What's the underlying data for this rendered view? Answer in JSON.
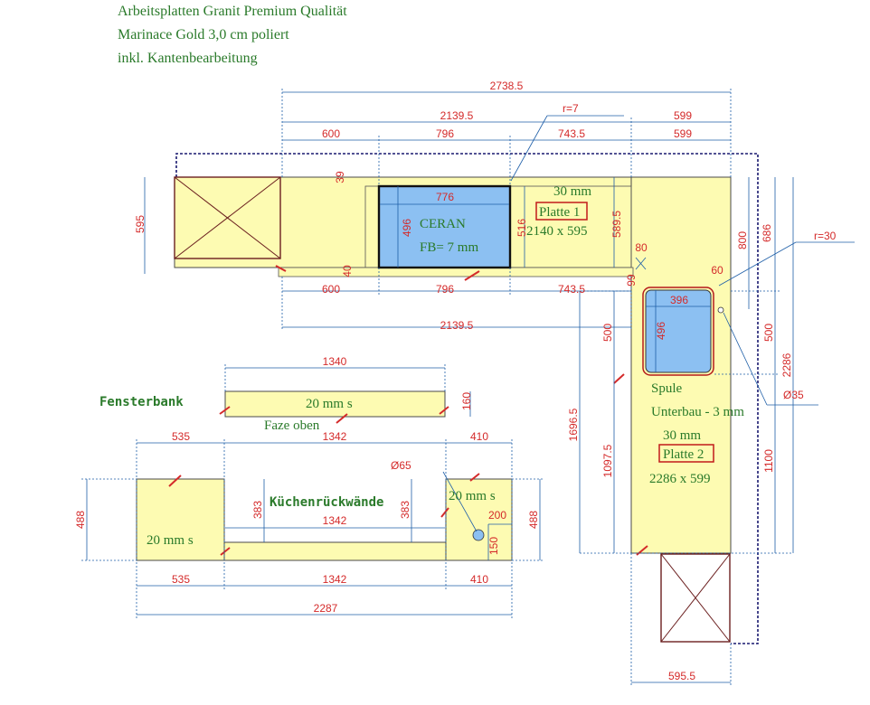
{
  "header": {
    "line1": "Arbeitsplatten Granit Premium Qualität",
    "line2": "Marinace Gold 3,0 cm poliert",
    "line3": "inkl. Kantenbearbeitung"
  },
  "labels": {
    "ceran": "CERAN",
    "fb": "FB= 7 mm",
    "thickness1": "30 mm",
    "platte1": "Platte 1",
    "size1": "2140 x 595",
    "spule": "Spule",
    "unterbau": "Unterbau - 3 mm",
    "thickness2": "30 mm",
    "platte2": "Platte 2",
    "size2": "2286 x 599",
    "fensterbank": "Fensterbank",
    "fb_thick": "20 mm s",
    "faze": "Faze oben",
    "kuechen": "Küchenrückwände",
    "kr_left": "20 mm s",
    "kr_right": "20 mm s"
  },
  "dims": {
    "d2738": "2738.5",
    "d2139top": "2139.5",
    "d599a": "599",
    "d600top": "600",
    "d796top": "796",
    "d743top": "743.5",
    "d599b": "599",
    "r7": "r=7",
    "r30": "r=30",
    "d776": "776",
    "d496a": "496",
    "d516": "516",
    "d589": "589.5",
    "d595": "595",
    "d39": "39",
    "d40": "40",
    "d80": "80",
    "d60": "60",
    "d99": "99",
    "d800": "800",
    "d686": "686",
    "d600bot": "600",
    "d796bot": "796",
    "d743bot": "743.5",
    "d2139bot": "2139.5",
    "d396": "396",
    "d496b": "496",
    "d500a": "500",
    "d500b": "500",
    "d2286": "2286",
    "d35": "Ø35",
    "d1696": "1696.5",
    "d1097": "1097.5",
    "d1100": "1100",
    "d5955": "595.5",
    "d1340": "1340",
    "d160": "160",
    "d535top": "535",
    "d1342top": "1342",
    "d410top": "410",
    "d488a": "488",
    "d383a": "383",
    "d1342mid": "1342",
    "d383b": "383",
    "d65": "Ø65",
    "d200": "200",
    "d150": "150",
    "d488b": "488",
    "d535bot": "535",
    "d1342bot": "1342",
    "d410bot": "410",
    "d2287": "2287"
  },
  "colors": {
    "slab": "#fdfbb2",
    "sink": "#8cc0f2",
    "dimension_text": "#d42a2a",
    "label_green": "#2a7a2a",
    "dimension_line": "#1f5fa8"
  }
}
